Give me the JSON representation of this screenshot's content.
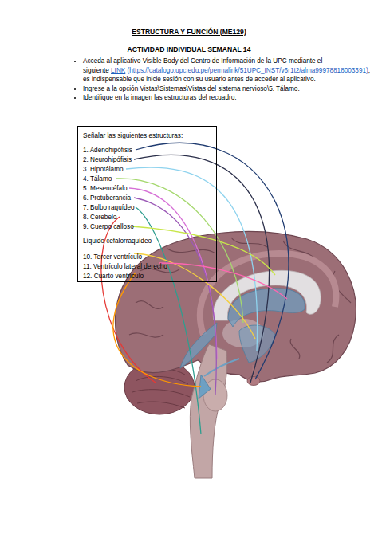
{
  "diagram": {
    "title": "ESTRUCTURA Y FUNCIÓN (ME129)",
    "nodes": [
      {
        "text": [
          "Señalar las siguientes estructuras:",
          "1. Adenohipófisis",
          "2. Neurohipófisis",
          "3. Hipotálamo",
          "4. Tálamo",
          "5. Mesencéfalo",
          "6. Protuberancia",
          "7. Bulbo raquídeo",
          "8. Cerebelo",
          "9. Cuerpo calloso",
          "Líquido cefalorraquídeo",
          "10. Tercer ventrículo",
          "11. Ventrículo lateral derecho",
          "12. Cuarto ventrículo"
        ]
      }
    ],
    "labels": [
      "ACTIVIDAD INDIVIDUAL SEMANAL 14",
      "Acceda al aplicativo Visible Body del Centro de Información de la UPC mediante el siguiente",
      "LINK",
      "(https://catalogo.upc.edu.pe/permalink/51UPC_INST/v6r1t2/alma99978818003391)",
      ", es indispensable que inicie sesión con su usuario antes de acceder al aplicativo.",
      "Ingrese a la opción Vistas\\Sistemas\\Vistas del sistema nervioso\\5. Tálamo.",
      "Identifique en la imagen las estructuras del recuadro."
    ]
  }
}
